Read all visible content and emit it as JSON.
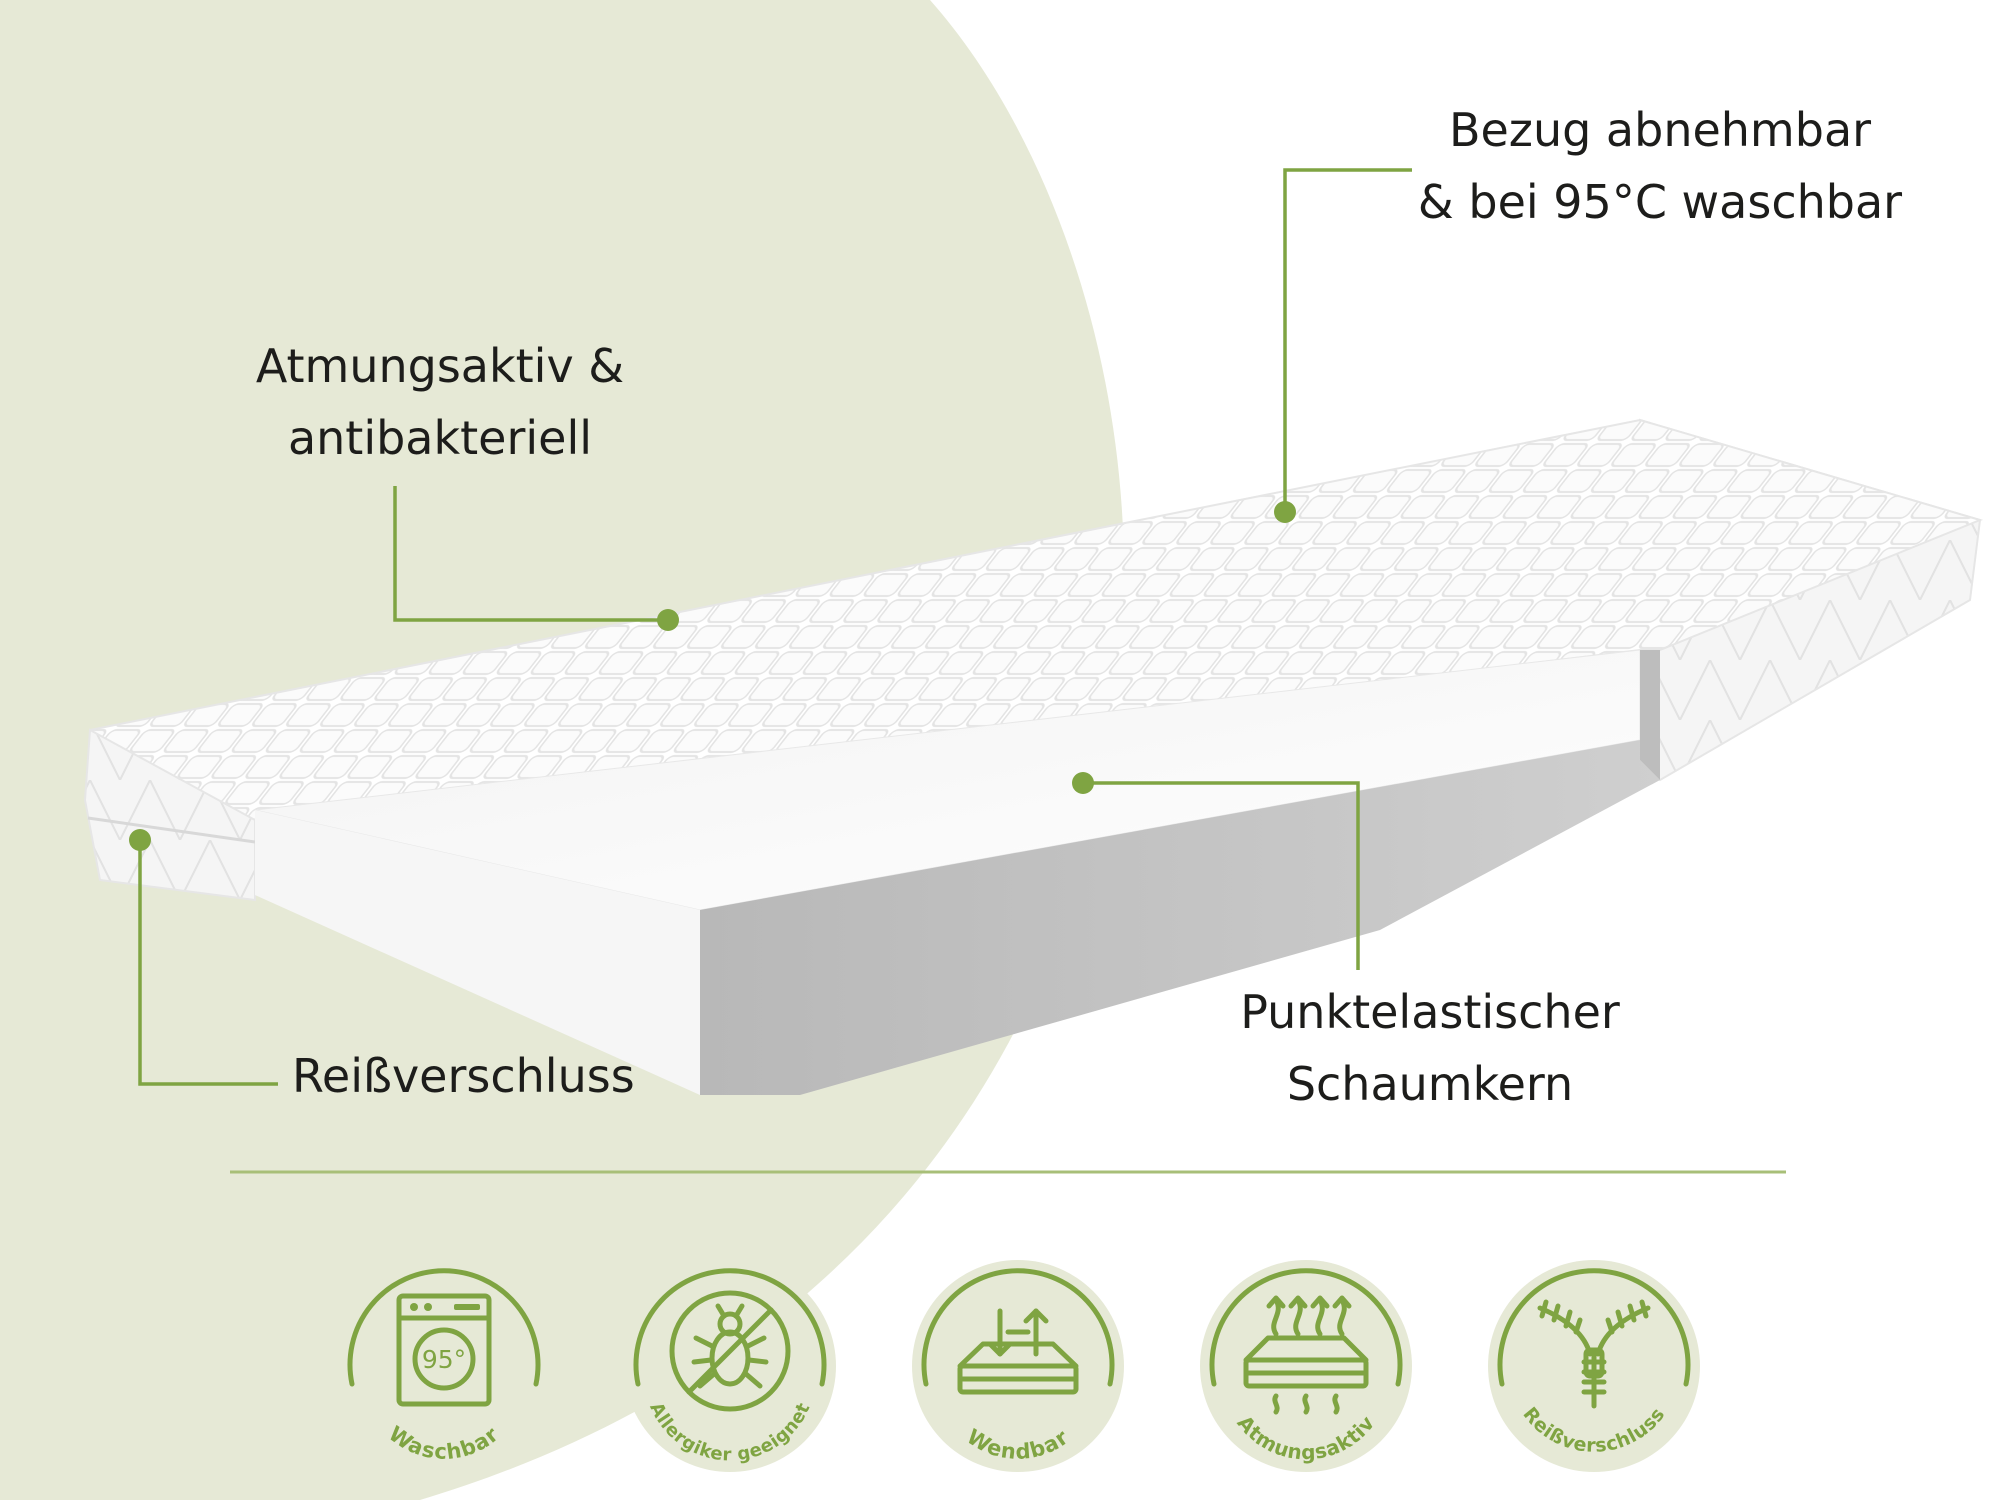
{
  "callouts": {
    "atmung": {
      "line1": "Atmungsaktiv &",
      "line2": "antibakteriell"
    },
    "bezug": {
      "line1": "Bezug abnehmbar",
      "line2": "& bei 95°C waschbar"
    },
    "reiss": {
      "line1": "Reißverschluss"
    },
    "punkt": {
      "line1": "Punktelastischer",
      "line2": "Schaumkern"
    }
  },
  "features": [
    {
      "label": "Waschbar",
      "icon": "washing-machine-icon",
      "badge": "95°"
    },
    {
      "label": "Allergiker geeignet",
      "icon": "no-bug-icon"
    },
    {
      "label": "Wendbar",
      "icon": "flip-mattress-icon"
    },
    {
      "label": "Atmungsaktiv",
      "icon": "breathable-icon"
    },
    {
      "label": "Reißverschluss",
      "icon": "zipper-icon"
    }
  ],
  "colors": {
    "accent": "#7fa442",
    "background_blob": "#e6e9d6",
    "icon_circle": "#e6e9d6",
    "text": "#1d1d1b"
  }
}
